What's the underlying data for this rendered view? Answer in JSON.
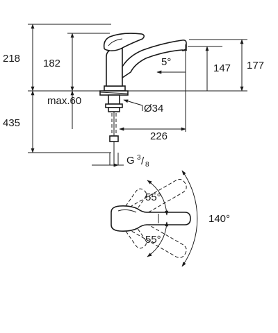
{
  "side_view": {
    "dim_218": "218",
    "dim_182": "182",
    "dim_435": "435",
    "dim_max60": "max.60",
    "dim_5deg": "5°",
    "dim_147": "147",
    "dim_177": "177",
    "dim_d34": "Ø34",
    "dim_226": "226",
    "thread_G": "G",
    "thread_num": "3",
    "thread_den": "8"
  },
  "top_view": {
    "angle_upper": "55°",
    "angle_lower": "55°",
    "angle_total": "140°"
  }
}
